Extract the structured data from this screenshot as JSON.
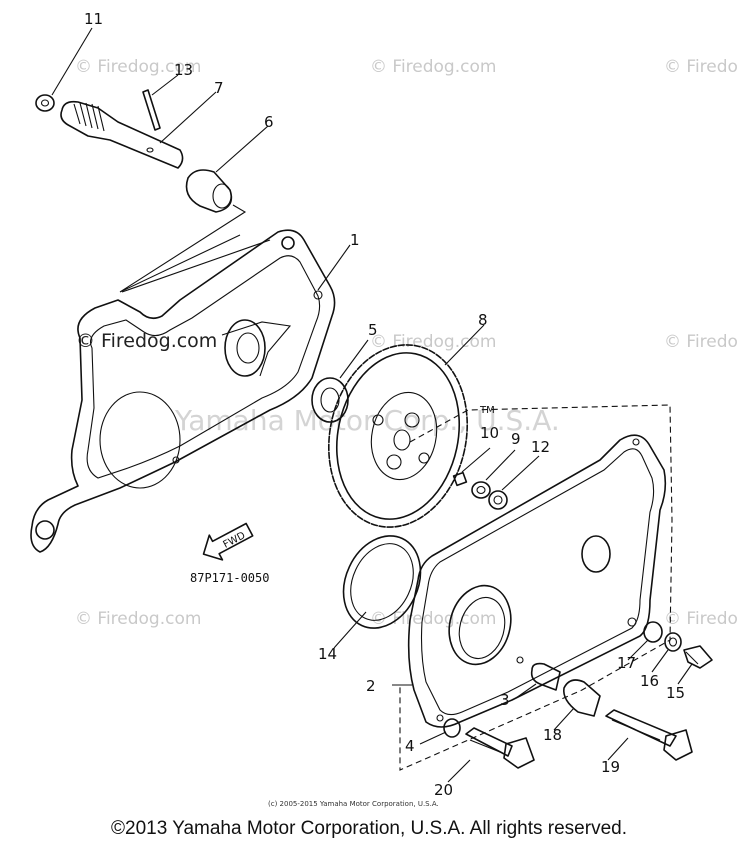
{
  "watermarks": {
    "site": "© Firedog.com",
    "site_cut": "© Firedo",
    "center": "Yamaha Motor Corp., U.S.A.",
    "tm": "TM"
  },
  "diagram_code": "87P171-0050",
  "fwd_label": "FWD",
  "small_copyright": "(c) 2005-2015 Yamaha Motor Corporation, U.S.A.",
  "copyright": "©2013 Yamaha Motor Corporation, U.S.A. All rights reserved.",
  "callouts": {
    "c1": "1",
    "c2": "2",
    "c3": "3",
    "c4": "4",
    "c5": "5",
    "c6": "6",
    "c7": "7",
    "c8": "8",
    "c9": "9",
    "c10": "10",
    "c11": "11",
    "c12": "12",
    "c13": "13",
    "c14": "14",
    "c15": "15",
    "c16": "16",
    "c17": "17",
    "c18": "18",
    "c19": "19",
    "c20": "20"
  }
}
